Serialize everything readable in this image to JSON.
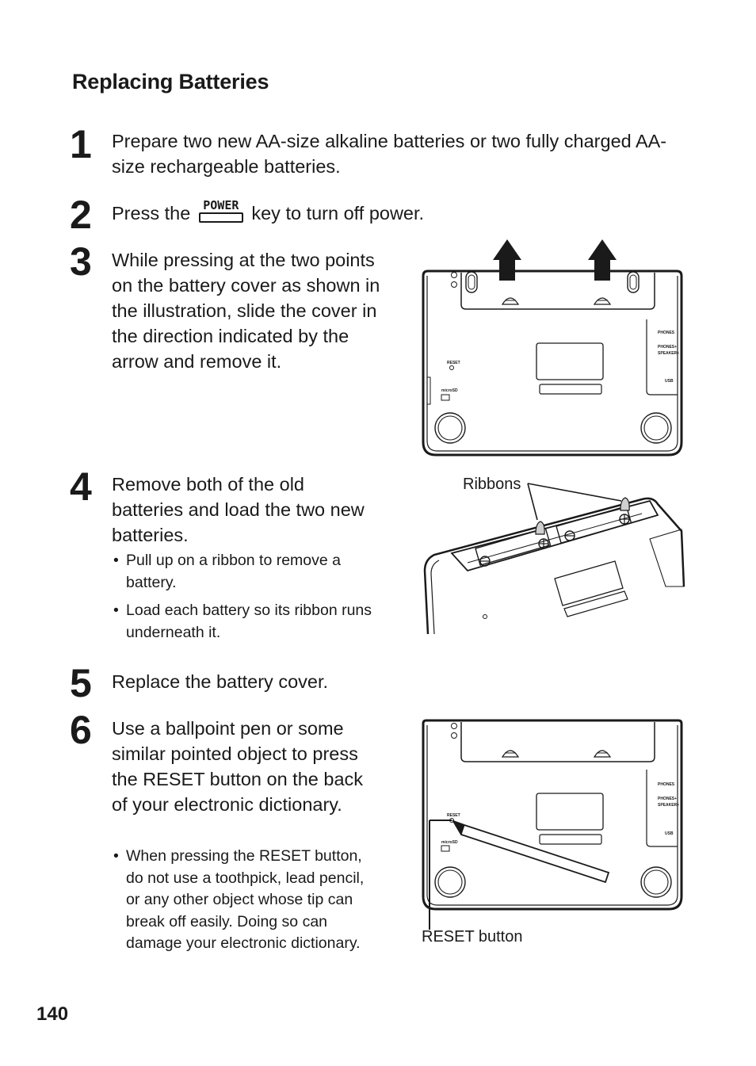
{
  "heading": "Replacing Batteries",
  "steps": [
    {
      "number": "1",
      "text": "Prepare two new AA-size alkaline batteries or two fully charged AA-size rechargeable batteries."
    },
    {
      "number": "2",
      "text_before": "Press the",
      "key_label": "POWER",
      "text_after": "key to turn off power."
    },
    {
      "number": "3",
      "text": "While pressing at the two points on the battery cover as shown in the illustration, slide the cover in the direction indicated by the arrow and remove it."
    },
    {
      "number": "4",
      "text": "Remove both of the old batteries and load the two new batteries.",
      "bullets": [
        "Pull up on a ribbon to remove a battery.",
        "Load each battery so its ribbon runs underneath it."
      ]
    },
    {
      "number": "5",
      "text": "Replace the battery cover."
    },
    {
      "number": "6",
      "text": "Use a ballpoint pen or some similar pointed object to press the RESET button on the back of your electronic dictionary.",
      "bullets": [
        "When pressing the RESET button, do not use a toothpick, lead pencil, or any other object whose tip can break off easily. Doing so can damage your electronic dictionary."
      ]
    }
  ],
  "figures": {
    "device_labels": {
      "phones": "PHONES",
      "phones_speaker_1": "PHONES+",
      "phones_speaker_2": "SPEAKER+",
      "usb": "USB",
      "reset": "RESET",
      "microsd": "microSD"
    },
    "ribbons_caption": "Ribbons",
    "reset_caption": "RESET button"
  },
  "page_number": "140"
}
